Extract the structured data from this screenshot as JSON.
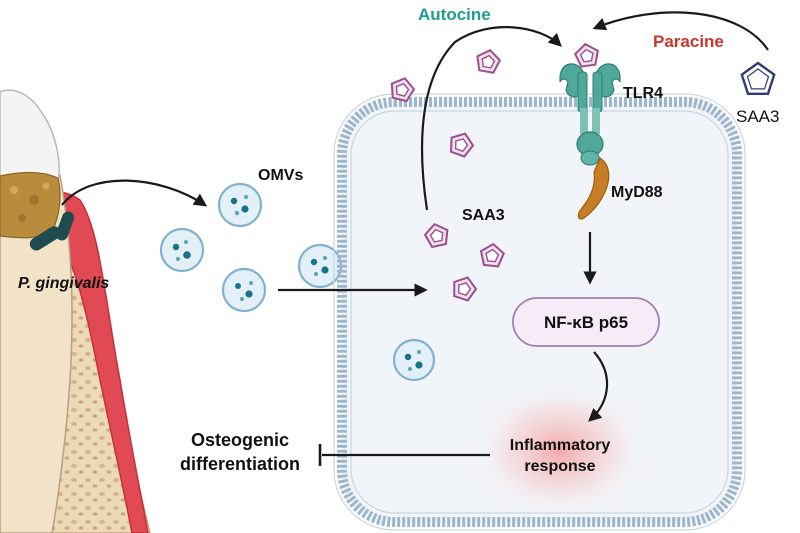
{
  "labels": {
    "autocine": "Autocine",
    "paracine": "Paracine",
    "saa3_outside": "SAA3",
    "tlr4": "TLR4",
    "myd88": "MyD88",
    "omvs": "OMVs",
    "saa3_inside": "SAA3",
    "bacterium": "P. gingivalis",
    "nfkb": "NF-κB p65",
    "inflammatory_line1": "Inflammatory",
    "inflammatory_line2": "response",
    "osteogenic_line1": "Osteogenic",
    "osteogenic_line2": "differentiation"
  },
  "icons": {
    "tooth": "tooth-icon",
    "bacteria": "bacteria-icon",
    "vesicle": "outer-membrane-vesicle-icon",
    "saa3": "pentagon-icon",
    "receptor": "tlr4-receptor-icon",
    "adaptor": "myd88-adaptor-icon"
  },
  "colors": {
    "autocine": "#1f9e90",
    "paracine": "#c8372d",
    "saa3_fill": "#efe0ef",
    "saa3_stroke": "#9b4f8c",
    "saa3_outline": "#2f3a78",
    "membrane": "#9cb6cf",
    "cell_fill": "#eef2f8",
    "tlr4": "#4fa89a",
    "myd88": "#c67d25",
    "nfkb_fill": "#f6ecf7",
    "nfkb_stroke": "#a57fb2",
    "gum": "#d83b47",
    "bone": "#e8d3b0",
    "vesicle_dot": "#17738a"
  }
}
